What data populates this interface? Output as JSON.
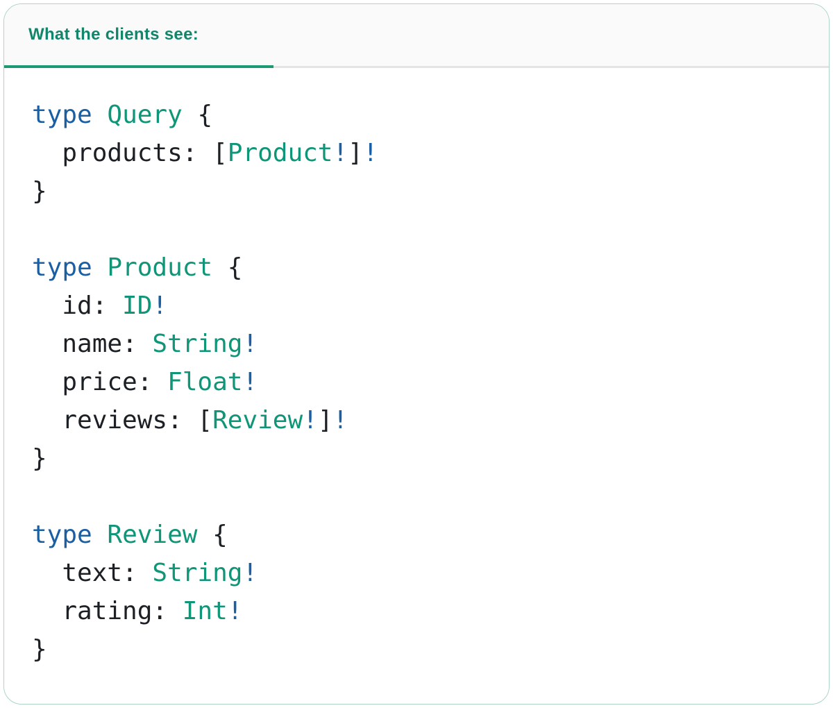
{
  "tab": {
    "label": "What the clients see:"
  },
  "colors": {
    "keyword": "#1a5fa4",
    "type": "#0f9577",
    "plain": "#1c2024",
    "bang": "#1a5fa4",
    "tab_text": "#12856b",
    "tab_underline": "#1d9a74",
    "card_border": "#aed4c3",
    "header_bg": "#fafafa",
    "divider": "#e4e4e4"
  },
  "code": {
    "language": "graphql",
    "blocks": [
      {
        "name": "Query",
        "lines": [
          [
            {
              "text": "type",
              "style": "keyword"
            },
            {
              "text": " ",
              "style": "plain"
            },
            {
              "text": "Query",
              "style": "type"
            },
            {
              "text": " {",
              "style": "plain"
            }
          ],
          [
            {
              "text": "  products: [",
              "style": "plain"
            },
            {
              "text": "Product",
              "style": "type"
            },
            {
              "text": "!",
              "style": "bang"
            },
            {
              "text": "]",
              "style": "plain"
            },
            {
              "text": "!",
              "style": "bang"
            }
          ],
          [
            {
              "text": "}",
              "style": "plain"
            }
          ]
        ]
      },
      {
        "name": "Product",
        "lines": [
          [
            {
              "text": "type",
              "style": "keyword"
            },
            {
              "text": " ",
              "style": "plain"
            },
            {
              "text": "Product",
              "style": "type"
            },
            {
              "text": " {",
              "style": "plain"
            }
          ],
          [
            {
              "text": "  id: ",
              "style": "plain"
            },
            {
              "text": "ID",
              "style": "type"
            },
            {
              "text": "!",
              "style": "bang"
            }
          ],
          [
            {
              "text": "  name: ",
              "style": "plain"
            },
            {
              "text": "String",
              "style": "type"
            },
            {
              "text": "!",
              "style": "bang"
            }
          ],
          [
            {
              "text": "  price: ",
              "style": "plain"
            },
            {
              "text": "Float",
              "style": "type"
            },
            {
              "text": "!",
              "style": "bang"
            }
          ],
          [
            {
              "text": "  reviews: [",
              "style": "plain"
            },
            {
              "text": "Review",
              "style": "type"
            },
            {
              "text": "!",
              "style": "bang"
            },
            {
              "text": "]",
              "style": "plain"
            },
            {
              "text": "!",
              "style": "bang"
            }
          ],
          [
            {
              "text": "}",
              "style": "plain"
            }
          ]
        ]
      },
      {
        "name": "Review",
        "lines": [
          [
            {
              "text": "type",
              "style": "keyword"
            },
            {
              "text": " ",
              "style": "plain"
            },
            {
              "text": "Review",
              "style": "type"
            },
            {
              "text": " {",
              "style": "plain"
            }
          ],
          [
            {
              "text": "  text: ",
              "style": "plain"
            },
            {
              "text": "String",
              "style": "type"
            },
            {
              "text": "!",
              "style": "bang"
            }
          ],
          [
            {
              "text": "  rating: ",
              "style": "plain"
            },
            {
              "text": "Int",
              "style": "type"
            },
            {
              "text": "!",
              "style": "bang"
            }
          ],
          [
            {
              "text": "}",
              "style": "plain"
            }
          ]
        ]
      }
    ]
  }
}
